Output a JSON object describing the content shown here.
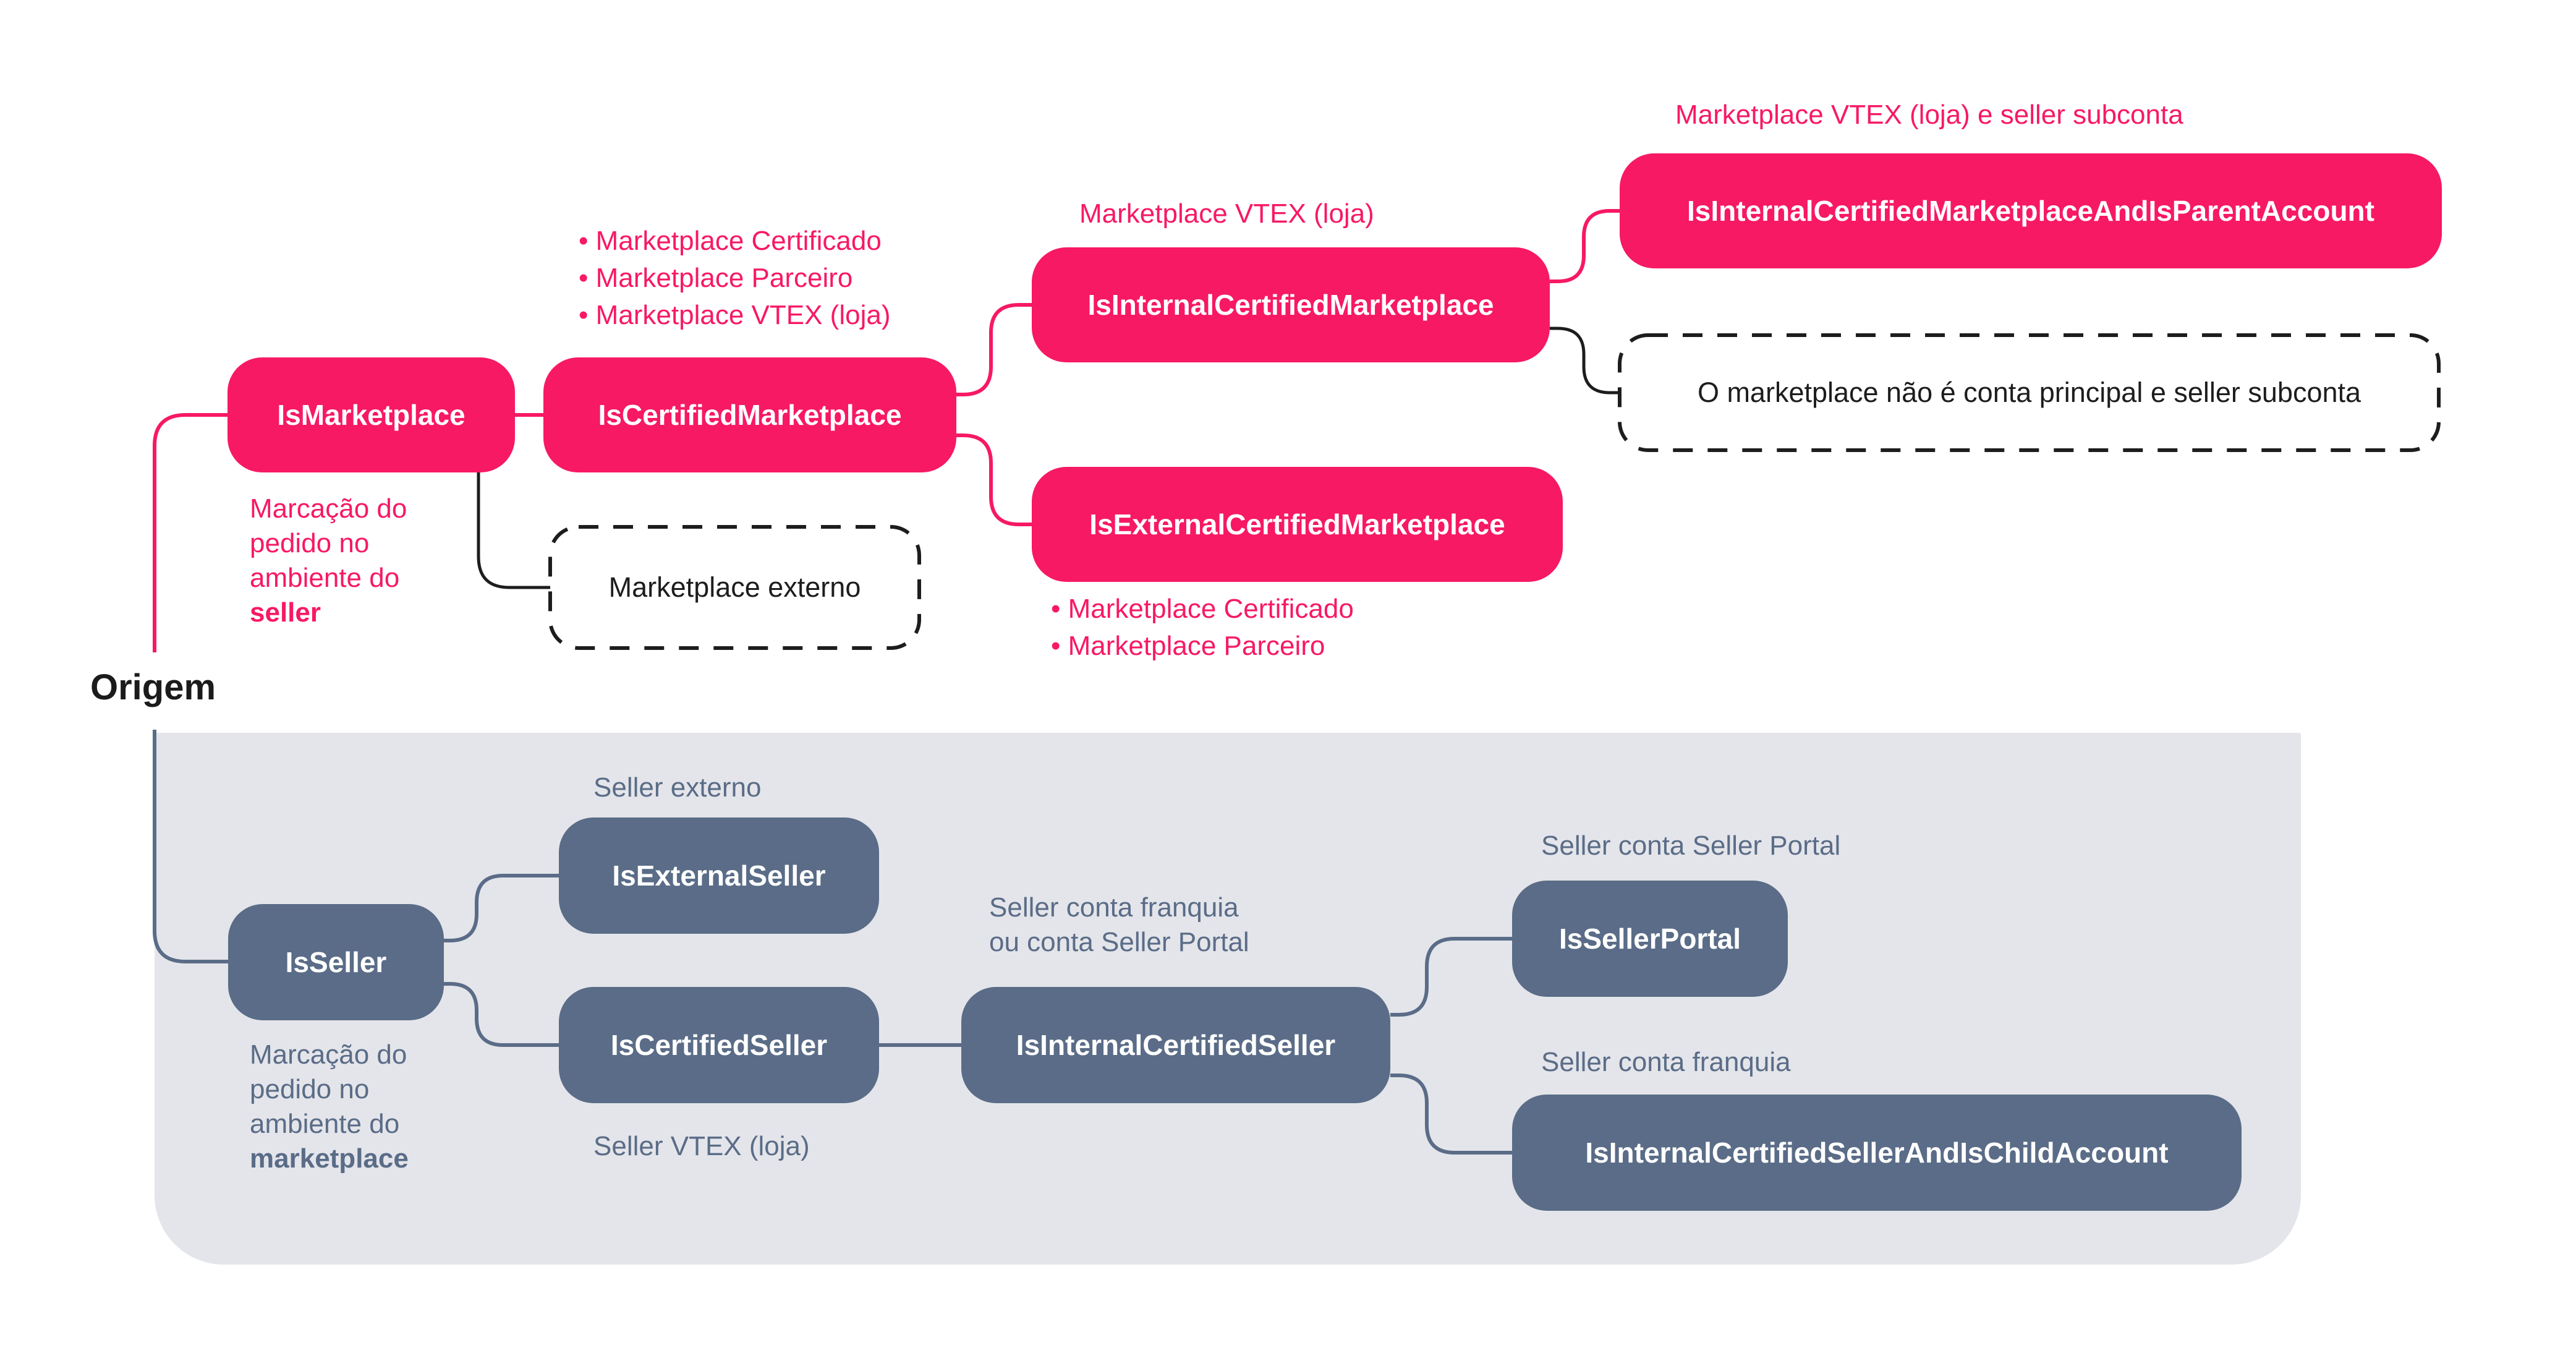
{
  "diagram": {
    "origin_label": "Origem",
    "colors": {
      "pink": "#F71963",
      "slate": "#5A6C87",
      "panel_gray": "#E4E5EA",
      "ink": "#1D1D1D",
      "white": "#FFFFFF"
    },
    "marketplace_branch": {
      "is_marketplace": "IsMarketplace",
      "is_certified_marketplace": "IsCertifiedMarketplace",
      "is_internal_certified_marketplace": "IsInternalCertifiedMarketplace",
      "is_external_certified_marketplace": "IsExternalCertifiedMarketplace",
      "is_internal_certified_marketplace_and_is_parent_account": "IsInternalCertifiedMarketplaceAndIsParentAccount",
      "marketplace_externo": "Marketplace externo",
      "not_parent_note": "O marketplace não é conta principal e seller subconta",
      "internal_label": "Marketplace VTEX (loja)",
      "parent_label": "Marketplace VTEX (loja) e seller subconta",
      "certified_bullets": [
        "Marketplace Certificado",
        "Marketplace Parceiro",
        "Marketplace VTEX (loja)"
      ],
      "external_bullets": [
        "Marketplace Certificado",
        "Marketplace Parceiro"
      ],
      "note": {
        "line1": "Marcação do",
        "line2": "pedido no",
        "line3": "ambiente do",
        "bold": "seller"
      }
    },
    "seller_branch": {
      "is_seller": "IsSeller",
      "is_external_seller": "IsExternalSeller",
      "is_certified_seller": "IsCertifiedSeller",
      "is_internal_certified_seller": "IsInternalCertifiedSeller",
      "is_seller_portal": "IsSellerPortal",
      "is_internal_certified_seller_and_is_child_account": "IsInternalCertifiedSellerAndIsChildAccount",
      "external_label": "Seller externo",
      "certified_label": "Seller VTEX (loja)",
      "internal_label_line1": "Seller conta franquia",
      "internal_label_line2": "ou conta Seller Portal",
      "portal_label": "Seller conta Seller Portal",
      "child_label": "Seller conta franquia",
      "note": {
        "line1": "Marcação do",
        "line2": "pedido no",
        "line3": "ambiente do",
        "bold": "marketplace"
      }
    }
  }
}
